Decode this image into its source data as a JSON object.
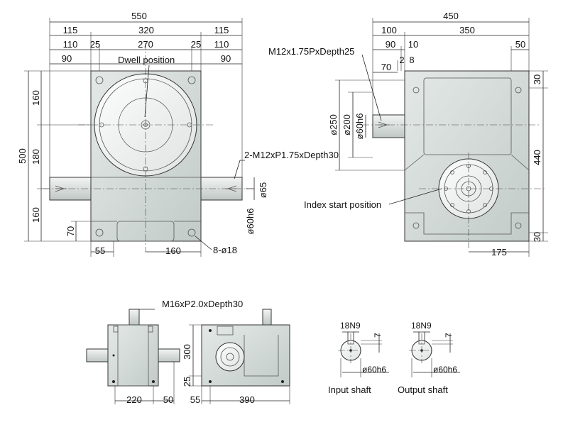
{
  "colors": {
    "body_fill": "#d3dad7",
    "body_stroke": "#333333",
    "background": "#ffffff"
  },
  "front_view": {
    "dims_top": [
      "550",
      "115",
      "320",
      "115",
      "110",
      "25",
      "270",
      "25",
      "110",
      "90",
      "90"
    ],
    "dims_left": [
      "500",
      "160",
      "180",
      "160",
      "70"
    ],
    "dims_bottom": [
      "55",
      "160"
    ],
    "dims_shaft": [
      "ø65",
      "ø60h6"
    ],
    "labels": {
      "dwell": "Dwell position",
      "tapped": "2-M12xP1.75xDepth30",
      "holes": "8-ø18"
    }
  },
  "side_view": {
    "dims_top": [
      "450",
      "100",
      "350",
      "90",
      "10",
      "50",
      "70",
      "2",
      "8"
    ],
    "dims_left": [
      "ø250",
      "ø200",
      "ø60h6"
    ],
    "dims_right": [
      "30",
      "440",
      "30"
    ],
    "dims_bottom": [
      "175"
    ],
    "labels": {
      "tapped": "M12x1.75PxDepth25",
      "index": "Index start position"
    }
  },
  "small_views": {
    "label": "M16xP2.0xDepth30",
    "dims": [
      "220",
      "50",
      "300",
      "25",
      "55",
      "390"
    ]
  },
  "shafts": [
    {
      "title": "Input shaft",
      "key": "18N9",
      "depth": "7",
      "dia": "ø60h6"
    },
    {
      "title": "Output shaft",
      "key": "18N9",
      "depth": "7",
      "dia": "ø60h6"
    }
  ]
}
